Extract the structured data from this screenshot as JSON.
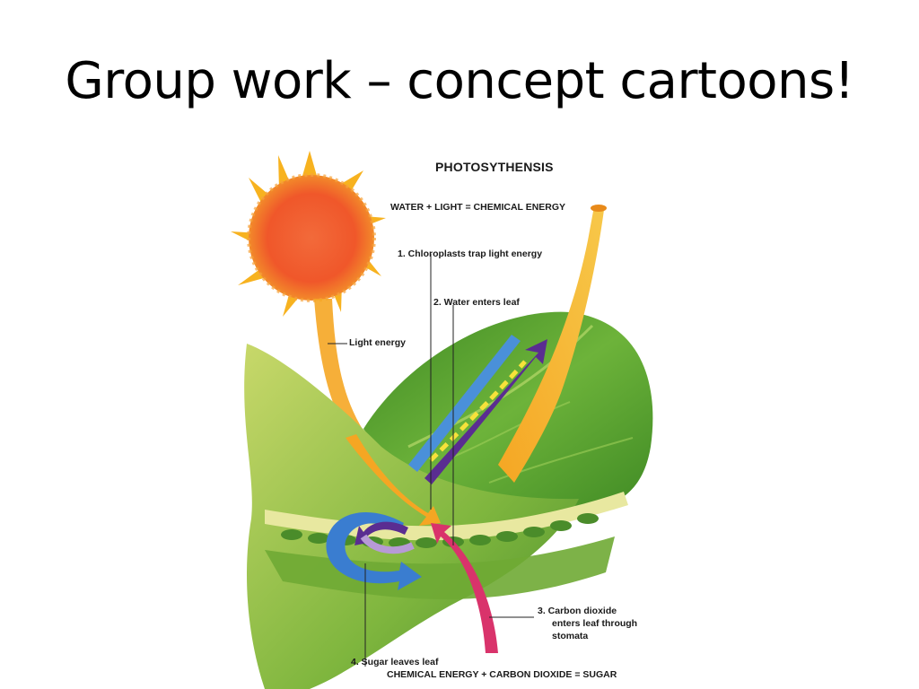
{
  "slide": {
    "title": "Group work – concept cartoons!"
  },
  "diagram": {
    "title": "PHOTOSYTHENSIS",
    "equation_top": "WATER + LIGHT = CHEMICAL ENERGY",
    "equation_bottom": "CHEMICAL ENERGY + CARBON DIOXIDE = SUGAR",
    "labels": {
      "light_energy": "Light energy",
      "step1": "1.  Chloroplasts trap light energy",
      "step2": "2.  Water enters leaf",
      "step3_line1": "3.  Carbon dioxide",
      "step3_line2": "enters leaf through",
      "step3_line3": "stomata",
      "step4": "4.  Sugar leaves leaf"
    },
    "colors": {
      "sun": "#f0572a",
      "sun_rays": "#f7b21f",
      "leaf": "#5fa12c",
      "light_arrow": "#f5a623",
      "water_arrow": "#4a90d9",
      "purple_arrow": "#5a2d91",
      "co2_arrow": "#d9336b"
    }
  }
}
